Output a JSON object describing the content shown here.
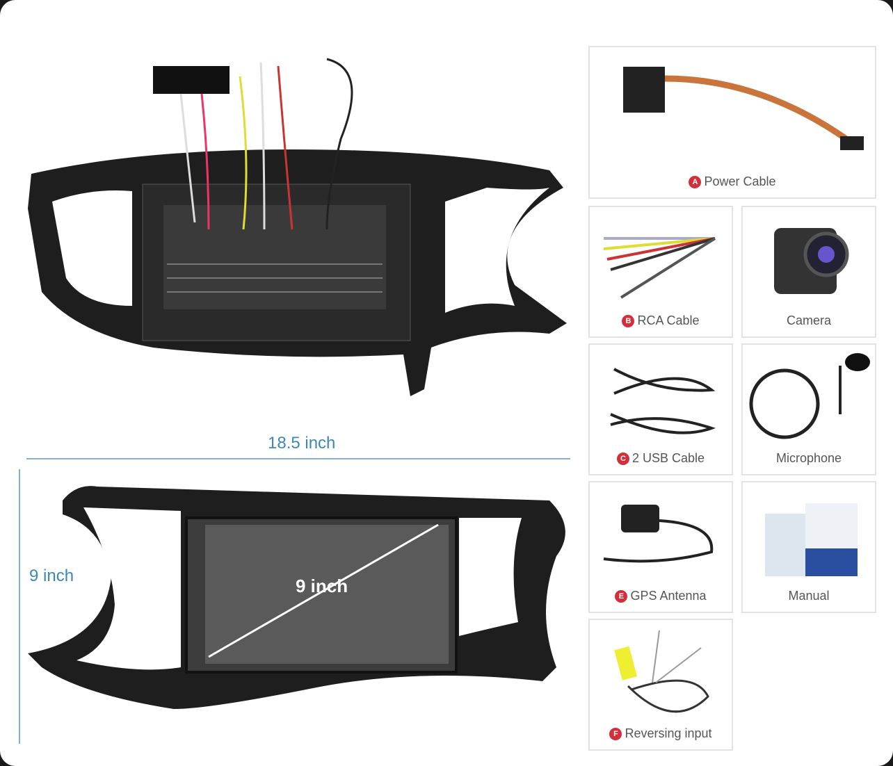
{
  "dimensions": {
    "width_label": "18.5 inch",
    "height_label": "9 inch",
    "screen_label": "9 inch"
  },
  "accessories": [
    {
      "letter": "A",
      "label": "Power Cable"
    },
    {
      "letter": "B",
      "label": "RCA Cable"
    },
    {
      "letter": "",
      "label": "Camera"
    },
    {
      "letter": "C",
      "label": "2 USB Cable"
    },
    {
      "letter": "",
      "label": "Microphone"
    },
    {
      "letter": "E",
      "label": "GPS Antenna"
    },
    {
      "letter": "",
      "label": "Manual"
    },
    {
      "letter": "F",
      "label": "Reversing input"
    }
  ],
  "colors": {
    "badge": "#d32f3a",
    "dimension": "#3d86b8"
  }
}
